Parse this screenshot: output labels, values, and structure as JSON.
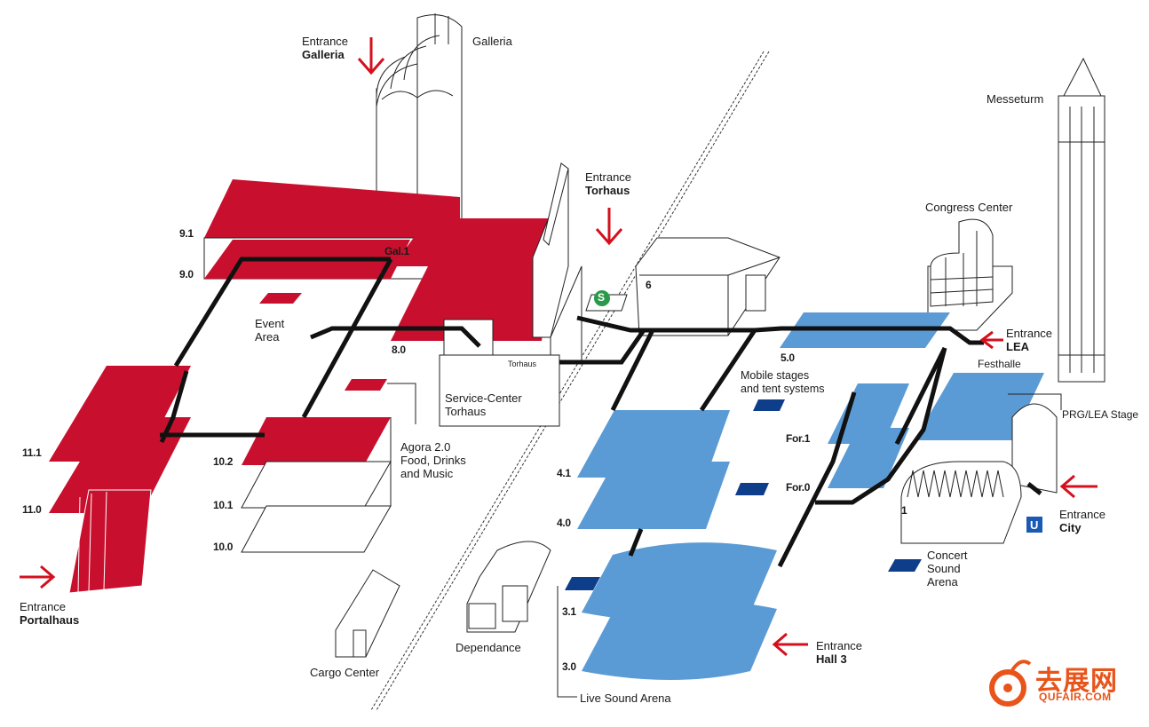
{
  "colors": {
    "red_hall": "#c8102e",
    "blue_hall": "#5b9bd5",
    "dark_blue": "#0e3e8a",
    "arrow": "#d4101e",
    "path": "#111111",
    "brand": "#e8541a"
  },
  "entrances": {
    "galleria": {
      "line1": "Entrance",
      "line2": "Galleria"
    },
    "torhaus": {
      "line1": "Entrance",
      "line2": "Torhaus"
    },
    "lea": {
      "line1": "Entrance",
      "line2": "LEA"
    },
    "city": {
      "line1": "Entrance",
      "line2": "City"
    },
    "hall3": {
      "line1": "Entrance",
      "line2": "Hall 3"
    },
    "portalhaus": {
      "line1": "Entrance",
      "line2": "Portalhaus"
    }
  },
  "places": {
    "galleria": "Galleria",
    "messeturm": "Messeturm",
    "congress_center": "Congress Center",
    "festhalle": "Festhalle",
    "prg_lea_stage": "PRG/LEA Stage",
    "event_area": [
      "Event",
      "Area"
    ],
    "agora": [
      "Agora 2.0",
      "Food, Drinks",
      "and Music"
    ],
    "service_center": [
      "Service-Center",
      "Torhaus"
    ],
    "torhaus_small": "Torhaus",
    "mobile_stages": [
      "Mobile stages",
      "and tent systems"
    ],
    "concert_sound": [
      "Concert",
      "Sound",
      "Arena"
    ],
    "dependance": "Dependance",
    "cargo_center": "Cargo Center",
    "live_sound_arena": "Live Sound Arena"
  },
  "levels": {
    "h9_1": "9.1",
    "h9_0": "9.0",
    "gal1": "Gal.1",
    "h8_0": "8.0",
    "h11_1": "11.1",
    "h11_0": "11.0",
    "h10_2": "10.2",
    "h10_1": "10.1",
    "h10_0": "10.0",
    "h6": "6",
    "h5_0": "5.0",
    "h4_1": "4.1",
    "h4_0": "4.0",
    "h3_1": "3.1",
    "h3_0": "3.0",
    "for1": "For.1",
    "for0": "For.0",
    "h1": "1"
  },
  "transit": {
    "s_bahn": "S",
    "u_bahn": "U"
  },
  "brand": {
    "chinese": "去展网",
    "latin": "QUFAIR.COM"
  }
}
